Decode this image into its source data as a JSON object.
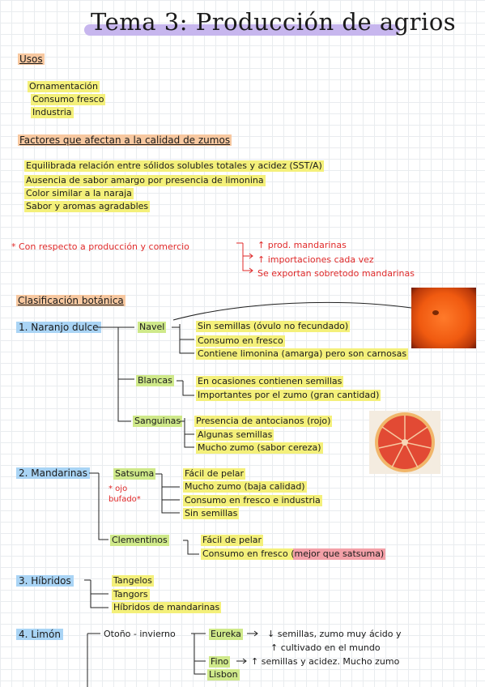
{
  "title": "Tema 3: Producción de agrios",
  "usos": {
    "heading": "Usos",
    "items": [
      "Ornamentación",
      "Consumo fresco",
      "Industria"
    ]
  },
  "factores": {
    "heading": "Factores que afectan a la calidad de zumos",
    "items": [
      "Equilibrada relación entre sólidos solubles totales y acidez (SST/A)",
      "Ausencia de sabor amargo por presencia de limonina",
      "Color similar a la naraja",
      "Sabor y aromas agradables"
    ]
  },
  "comercio": {
    "label": "* Con respecto a producción y comercio",
    "items": [
      "↑ prod. mandarinas",
      "↑ importaciones cada vez",
      "Se exportan sobretodo mandarinas"
    ]
  },
  "clasificacion": {
    "heading": "Clasificación botánica",
    "naranjo": {
      "label": "1. Naranjo dulce",
      "navel": {
        "label": "Navel",
        "items": [
          "Sin semillas (óvulo no fecundado)",
          "Consumo en fresco",
          "Contiene limonina (amarga) pero son carnosas"
        ]
      },
      "blancas": {
        "label": "Blancas",
        "items": [
          "En ocasiones contienen semillas",
          "Importantes por el zumo (gran cantidad)"
        ]
      },
      "sanguinas": {
        "label": "Sanguinas",
        "items": [
          "Presencia de antocianos (rojo)",
          "Algunas semillas",
          "Mucho zumo (sabor cereza)"
        ]
      }
    },
    "mandarinas": {
      "label": "2. Mandarinas",
      "satsuma": {
        "label": "Satsuma",
        "note": "* ojo bufado*",
        "items": [
          "Fácil de pelar",
          "Mucho zumo (baja calidad)",
          "Consumo en fresco e industria",
          "Sin semillas"
        ]
      },
      "clementinos": {
        "label": "Clementinos",
        "items": [
          "Fácil de pelar",
          "Consumo en fresco (mejor que satsuma)"
        ]
      }
    },
    "hibridos": {
      "label": "3. Híbridos",
      "items": [
        "Tangelos",
        "Tangors",
        "Híbridos de mandarinas"
      ]
    },
    "limon": {
      "label": "4. Limón",
      "season": "Otoño - invierno",
      "eureka": {
        "label": "Eureka",
        "desc1": "↓ semillas, zumo muy ácido y",
        "desc2": "↑ cultivado en el mundo"
      },
      "fino": {
        "label": "Fino",
        "desc": "↑ semillas y acidez. Mucho zumo"
      },
      "lisbon": {
        "label": "Lisbon"
      }
    }
  },
  "colors": {
    "yellow": "#f4f07a",
    "green": "#cfe98a",
    "orange": "#f7c8a0",
    "blue": "#a9d4f5",
    "pink": "#f3a0a8",
    "purple": "#c7b6ee",
    "red": "#e02a2a"
  }
}
